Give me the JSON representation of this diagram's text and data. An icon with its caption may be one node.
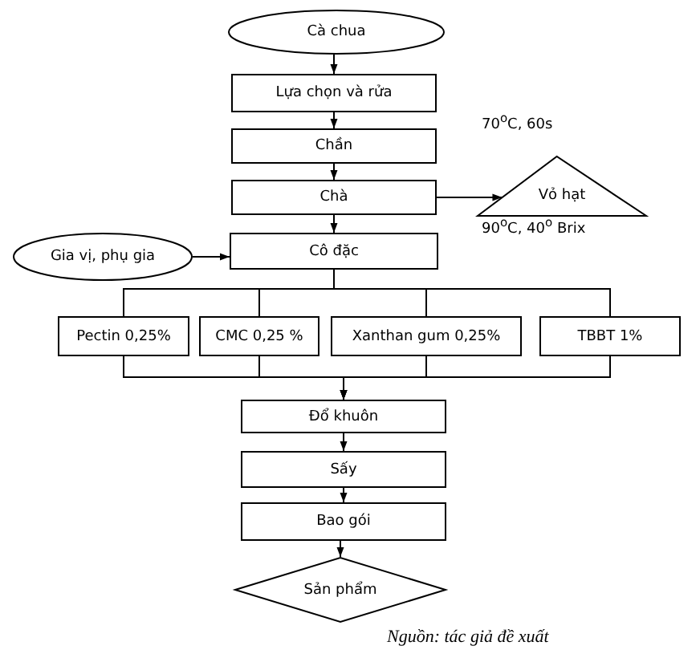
{
  "diagram": {
    "caption": "Nguồn: tác giả đề xuất",
    "nodes": [
      {
        "text": [
          "Cà chua"
        ]
      },
      {
        "text": [
          "Lựa chọn và rửa"
        ]
      },
      {
        "text": [
          "Chần"
        ]
      },
      {
        "text": [
          "Chà"
        ]
      },
      {
        "text": [
          "Vỏ hạt"
        ]
      },
      {
        "text": [
          "Gia vị, phụ gia"
        ]
      },
      {
        "text": [
          "Cô đặc"
        ]
      },
      {
        "text": [
          "Pectin 0,25%"
        ]
      },
      {
        "text": [
          "CMC 0,25 %"
        ]
      },
      {
        "text": [
          "Xanthan gum 0,25%"
        ]
      },
      {
        "text": [
          "TBBT 1%"
        ]
      },
      {
        "text": [
          "Đổ khuôn"
        ]
      },
      {
        "text": [
          "Sấy"
        ]
      },
      {
        "text": [
          "Bao gói"
        ]
      },
      {
        "text": [
          "Sản phẩm"
        ]
      }
    ],
    "edges": [
      {
        "from": 0,
        "to": 1,
        "arrow": "to"
      },
      {
        "from": 1,
        "to": 2,
        "arrow": "to"
      },
      {
        "from": 2,
        "to": 3,
        "arrow": "to"
      },
      {
        "from": 3,
        "to": 4,
        "arrow": "to"
      },
      {
        "from": 3,
        "to": 6,
        "arrow": "to"
      },
      {
        "from": 5,
        "to": 6,
        "arrow": "to"
      },
      {
        "from": 6,
        "to": 7,
        "arrow": "none"
      },
      {
        "from": 6,
        "to": 8,
        "arrow": "none"
      },
      {
        "from": 6,
        "to": 9,
        "arrow": "none"
      },
      {
        "from": 6,
        "to": 10,
        "arrow": "none"
      },
      {
        "from": 7,
        "to": 11,
        "arrow": "to"
      },
      {
        "from": 8,
        "to": 11,
        "arrow": "to"
      },
      {
        "from": 9,
        "to": 11,
        "arrow": "to"
      },
      {
        "from": 10,
        "to": 11,
        "arrow": "to"
      },
      {
        "from": 11,
        "to": 12,
        "arrow": "to"
      },
      {
        "from": 12,
        "to": 13,
        "arrow": "to"
      },
      {
        "from": 13,
        "to": 14,
        "arrow": "to"
      }
    ],
    "labels": [
      "70$^{o}$C, 60s",
      "90$^{o}$C, 40$^{o}$ Brix"
    ]
  }
}
